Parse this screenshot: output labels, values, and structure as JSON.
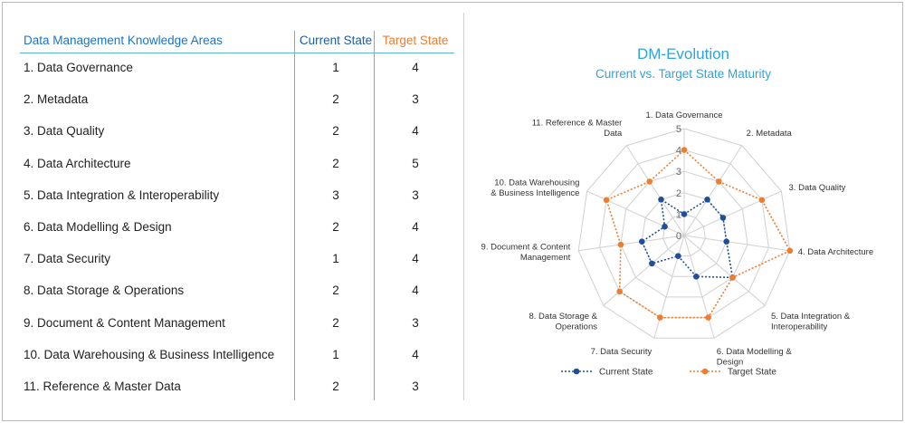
{
  "table": {
    "headers": {
      "area": "Data Management Knowledge Areas",
      "current": "Current State",
      "target": "Target State"
    },
    "rows": [
      {
        "area": "1. Data Governance",
        "current": "1",
        "target": "4"
      },
      {
        "area": "2. Metadata",
        "current": "2",
        "target": "3"
      },
      {
        "area": "3. Data Quality",
        "current": "2",
        "target": "4"
      },
      {
        "area": "4. Data Architecture",
        "current": "2",
        "target": "5"
      },
      {
        "area": "5. Data Integration & Interoperability",
        "current": "3",
        "target": "3"
      },
      {
        "area": "6. Data Modelling & Design",
        "current": "2",
        "target": "4"
      },
      {
        "area": "7. Data Security",
        "current": "1",
        "target": "4"
      },
      {
        "area": "8. Data Storage & Operations",
        "current": "2",
        "target": "4"
      },
      {
        "area": "9. Document & Content Management",
        "current": "2",
        "target": "3"
      },
      {
        "area": "10. Data Warehousing & Business Intelligence",
        "current": "1",
        "target": "4"
      },
      {
        "area": "11. Reference & Master Data",
        "current": "2",
        "target": "3"
      }
    ]
  },
  "chart_data": {
    "type": "radar",
    "title": "DM-Evolution",
    "subtitle": "Current vs. Target State Maturity",
    "categories": [
      "1. Data Governance",
      "2. Metadata",
      "3. Data Quality",
      "4. Data Architecture",
      "5. Data Integration & Interoperability",
      "6. Data Modelling & Design",
      "7. Data Security",
      "8. Data Storage & Operations",
      "9. Document & Content Management",
      "10. Data Warehousing & Business Intelligence",
      "11. Reference & Master Data"
    ],
    "category_label_lines": [
      [
        "1. Data Governance"
      ],
      [
        "2. Metadata"
      ],
      [
        "3. Data Quality"
      ],
      [
        "4. Data Architecture"
      ],
      [
        "5. Data Integration &",
        "Interoperability"
      ],
      [
        "6. Data Modelling &",
        "Design"
      ],
      [
        "7. Data Security"
      ],
      [
        "8. Data Storage &",
        "Operations"
      ],
      [
        "9. Document & Content",
        "Management"
      ],
      [
        "10. Data Warehousing",
        "& Business Intelligence"
      ],
      [
        "11. Reference & Master",
        "Data"
      ]
    ],
    "series": [
      {
        "name": "Current State",
        "values": [
          1,
          2,
          2,
          2,
          3,
          2,
          1,
          2,
          2,
          1,
          2
        ],
        "color": "#1f4e9a"
      },
      {
        "name": "Target State",
        "values": [
          4,
          3,
          4,
          5,
          3,
          4,
          4,
          4,
          3,
          4,
          3
        ],
        "color": "#ed7d31"
      }
    ],
    "rlim": [
      0,
      5
    ],
    "ticks": [
      0,
      1,
      2,
      3,
      4,
      5
    ],
    "grid": true,
    "legend": "bottom"
  }
}
